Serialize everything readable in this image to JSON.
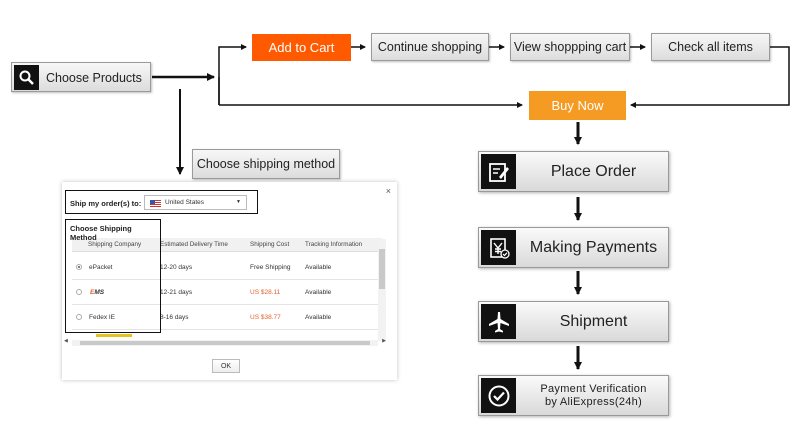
{
  "colors": {
    "accent_orange": "#ff5a00",
    "buy_now_orange": "#f59a22",
    "icon_black": "#111111"
  },
  "start": {
    "label": "Choose Products",
    "icon": "search-icon"
  },
  "top_flow": {
    "add_to_cart": "Add to Cart",
    "continue_shopping": "Continue shopping",
    "view_cart": "View shoppping cart",
    "check_all": "Check all items"
  },
  "buy_now": "Buy Now",
  "choose_shipping": "Choose shipping method",
  "steps": [
    {
      "label": "Place Order",
      "icon": "edit-order-icon"
    },
    {
      "label": "Making Payments",
      "icon": "yen-payment-icon"
    },
    {
      "label": "Shipment",
      "icon": "airplane-icon"
    },
    {
      "label_line1": "Payment Verification",
      "label_line2": "by AliExpress(24h)",
      "icon": "check-circle-icon"
    }
  ],
  "dialog": {
    "close": "×",
    "ship_to_label": "Ship my order(s) to:",
    "country": "United States",
    "choose_method_label": "Choose Shipping Method",
    "columns": [
      "Shipping Company",
      "Estimated Delivery Time",
      "Shipping Cost",
      "Tracking Information"
    ],
    "rows": [
      {
        "company": "ePacket",
        "time": "12-20 days",
        "cost": "Free Shipping",
        "tracking": "Available",
        "selected": true
      },
      {
        "company": "EMS",
        "time": "12-21 days",
        "cost": "US $28.11",
        "tracking": "Available",
        "selected": false
      },
      {
        "company": "Fedex IE",
        "time": "8-16 days",
        "cost": "US $38.77",
        "tracking": "Available",
        "selected": false
      }
    ],
    "ok": "OK"
  }
}
